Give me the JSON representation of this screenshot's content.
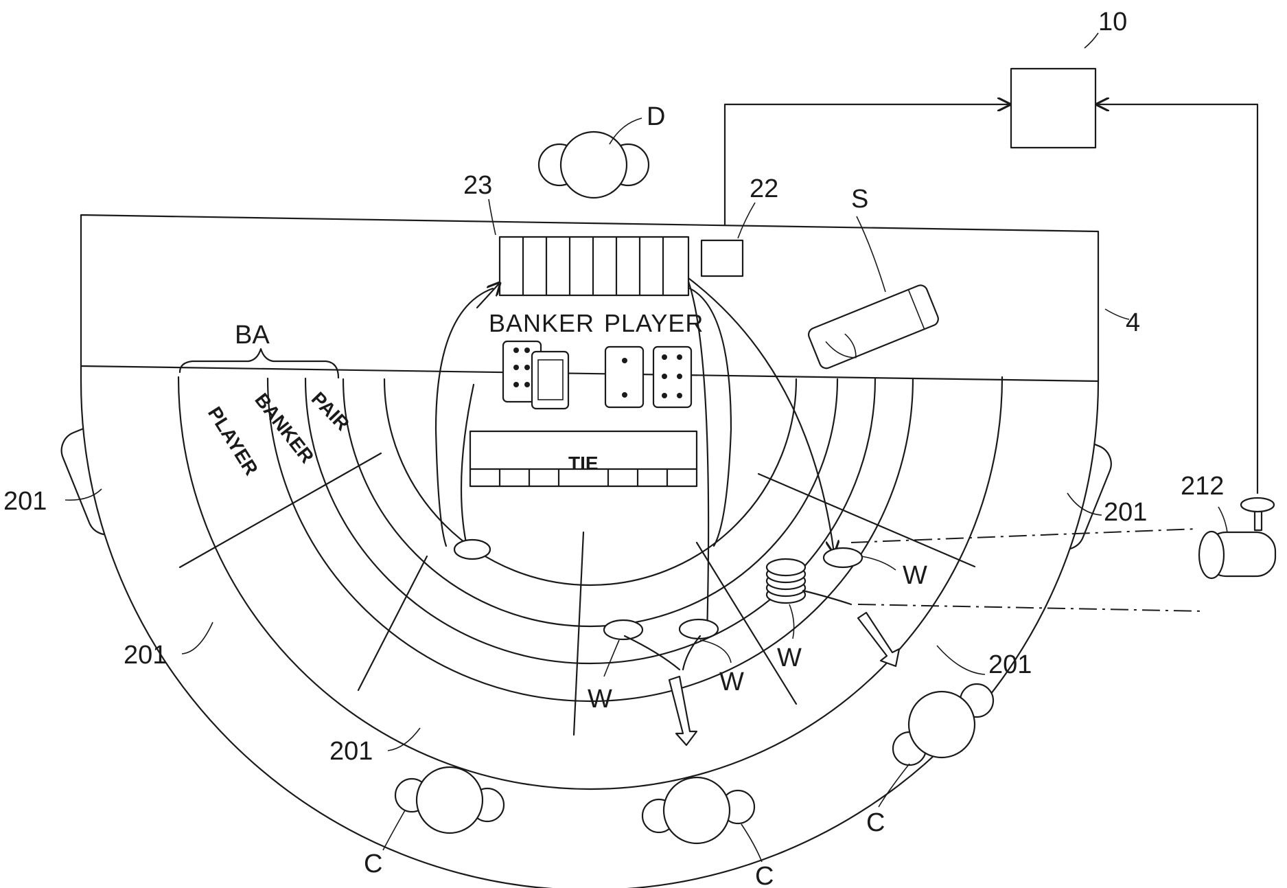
{
  "figure": {
    "ref_controller": "10",
    "ref_table": "4",
    "ref_card_shoe_sensor": "22",
    "ref_chip_tray": "23",
    "ref_card_shoe": "S",
    "ref_dealer": "D",
    "ref_camera": "212",
    "ref_bet_area": "BA",
    "ref_seat": "201",
    "ref_chip": "W",
    "ref_customer": "C"
  },
  "table_markings": {
    "banker": "BANKER",
    "player": "PLAYER",
    "tie": "TIE",
    "bet_player": "PLAYER",
    "bet_banker": "BANKER",
    "bet_pair": "PAIR"
  },
  "colors": {
    "line": "#1a1a1a",
    "background": "#ffffff"
  }
}
